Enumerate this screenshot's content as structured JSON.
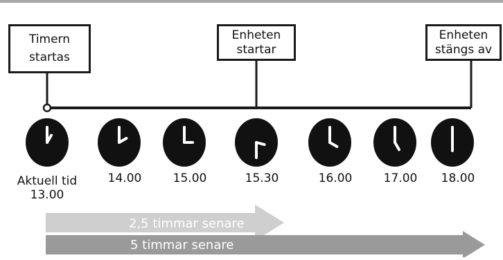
{
  "events": {
    "start": {
      "line1": "Timern",
      "line2": "startas"
    },
    "device_on": {
      "line1": "Enheten",
      "line2": "startar"
    },
    "device_off": {
      "line1": "Enheten",
      "line2": "stängs av"
    }
  },
  "clocks": [
    {
      "label_line1": "Aktuell tid",
      "label_line2": "13.00",
      "hour": 13,
      "minute": 0
    },
    {
      "label_line1": "14.00",
      "hour": 14,
      "minute": 0
    },
    {
      "label_line1": "15.00",
      "hour": 15,
      "minute": 0
    },
    {
      "label_line1": "15.30",
      "hour": 15,
      "minute": 30
    },
    {
      "label_line1": "16.00",
      "hour": 16,
      "minute": 0
    },
    {
      "label_line1": "17.00",
      "hour": 17,
      "minute": 0
    },
    {
      "label_line1": "18.00",
      "hour": 18,
      "minute": 0
    }
  ],
  "arrows": {
    "short": {
      "label": "2,5 timmar senare",
      "color": "#cfcfcf"
    },
    "long": {
      "label": "5 timmar senare",
      "color": "#9a9a9a"
    }
  },
  "colors": {
    "top_rule": "#a6a6a6",
    "ink": "#111111"
  }
}
